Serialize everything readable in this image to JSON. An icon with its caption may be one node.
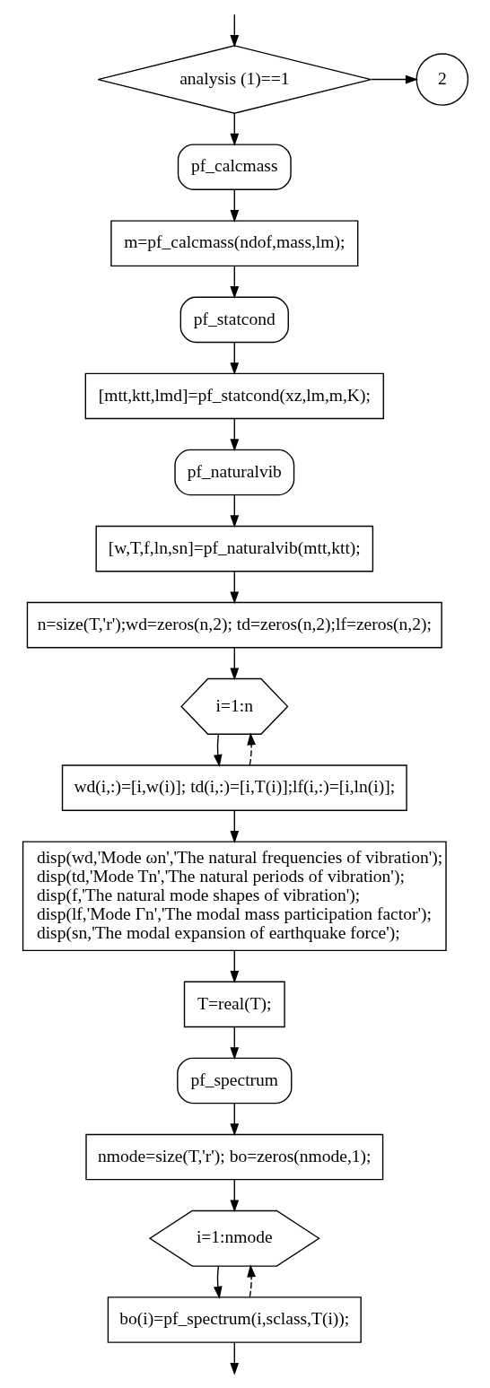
{
  "diagram": {
    "nodes": [
      {
        "text": [
          "analysis (1)==1"
        ]
      },
      {
        "text": [
          "2"
        ]
      },
      {
        "text": [
          "pf_calcmass"
        ]
      },
      {
        "text": [
          "m=pf_calcmass(ndof,mass,lm);"
        ]
      },
      {
        "text": [
          "pf_statcond"
        ]
      },
      {
        "text": [
          "[mtt,ktt,lmd]=pf_statcond(xz,lm,m,K);"
        ]
      },
      {
        "text": [
          "pf_naturalvib"
        ]
      },
      {
        "text": [
          "[w,T,f,ln,sn]=pf_naturalvib(mtt,ktt);"
        ]
      },
      {
        "text": [
          "n=size(T,'r');wd=zeros(n,2); td=zeros(n,2);lf=zeros(n,2);"
        ]
      },
      {
        "text": [
          "i=1:n"
        ]
      },
      {
        "text": [
          "wd(i,:)=[i,w(i)]; td(i,:)=[i,T(i)];lf(i,:)=[i,ln(i)];"
        ]
      },
      {
        "text": [
          "disp(wd,'Mode ωn','The natural frequencies of vibration');",
          "disp(td,'Mode Tn','The natural periods of vibration');",
          "disp(f,'The natural mode shapes of vibration');",
          "disp(lf,'Mode Γn','The modal mass participation factor');",
          "disp(sn,'The modal expansion of earthquake force');"
        ]
      },
      {
        "text": [
          "T=real(T);"
        ]
      },
      {
        "text": [
          "pf_spectrum"
        ]
      },
      {
        "text": [
          "nmode=size(T,'r'); bo=zeros(nmode,1);"
        ]
      },
      {
        "text": [
          "i=1:nmode"
        ]
      },
      {
        "text": [
          "bo(i)=pf_spectrum(i,sclass,T(i));"
        ]
      }
    ],
    "edges": [
      {
        "from": null,
        "to": 0,
        "arrow": "to"
      },
      {
        "from": 0,
        "to": 1,
        "arrow": "to"
      },
      {
        "from": 0,
        "to": 2,
        "arrow": "to"
      },
      {
        "from": 2,
        "to": 3,
        "arrow": "to"
      },
      {
        "from": 3,
        "to": 4,
        "arrow": "to"
      },
      {
        "from": 4,
        "to": 5,
        "arrow": "to"
      },
      {
        "from": 5,
        "to": 6,
        "arrow": "to"
      },
      {
        "from": 6,
        "to": 7,
        "arrow": "to"
      },
      {
        "from": 7,
        "to": 8,
        "arrow": "to"
      },
      {
        "from": 8,
        "to": 9,
        "arrow": "to"
      },
      {
        "from": 9,
        "to": 10,
        "arrow": "to"
      },
      {
        "from": 10,
        "to": 9,
        "arrow": "to",
        "style": "dashed"
      },
      {
        "from": 10,
        "to": 11,
        "arrow": "to"
      },
      {
        "from": 11,
        "to": 12,
        "arrow": "to"
      },
      {
        "from": 12,
        "to": 13,
        "arrow": "to"
      },
      {
        "from": 13,
        "to": 14,
        "arrow": "to"
      },
      {
        "from": 14,
        "to": 15,
        "arrow": "to"
      },
      {
        "from": 15,
        "to": 16,
        "arrow": "to"
      },
      {
        "from": 16,
        "to": 15,
        "arrow": "to",
        "style": "dashed"
      },
      {
        "from": 16,
        "to": null,
        "arrow": "to"
      }
    ]
  }
}
